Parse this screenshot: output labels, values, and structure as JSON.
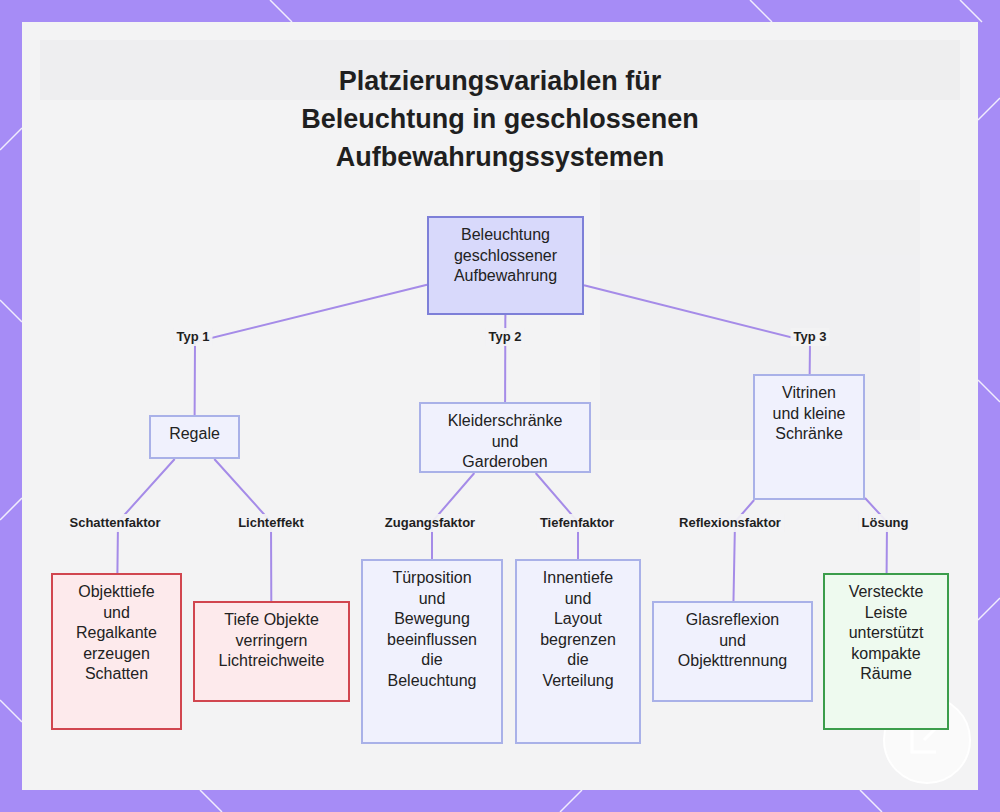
{
  "diagram": {
    "title": "Platzierungsvariablen für Beleuchtung in geschlossenen Aufbewahrungssystemen",
    "nodes": [
      {
        "text": [
          "Beleuchtung geschlossener Aufbewahrung"
        ]
      },
      {
        "text": [
          "Regale"
        ]
      },
      {
        "text": [
          "Kleiderschränke und Garderoben"
        ]
      },
      {
        "text": [
          "Vitrinen und kleine Schränke"
        ]
      },
      {
        "text": [
          "Objekttiefe und Regalkante erzeugen Schatten"
        ]
      },
      {
        "text": [
          "Tiefe Objekte verringern Lichtreichweite"
        ]
      },
      {
        "text": [
          "Türposition und Bewegung beeinflussen die Beleuchtung"
        ]
      },
      {
        "text": [
          "Innentiefe und Layout begrenzen die Verteilung"
        ]
      },
      {
        "text": [
          "Glasreflexion und Objekttrennung"
        ]
      },
      {
        "text": [
          "Versteckte Leiste unterstützt kompakte Räume"
        ]
      }
    ],
    "edges": [
      {
        "from": 0,
        "to": 1,
        "label": "Typ 1",
        "arrow": "none"
      },
      {
        "from": 0,
        "to": 2,
        "label": "Typ 2",
        "arrow": "none"
      },
      {
        "from": 0,
        "to": 3,
        "label": "Typ 3",
        "arrow": "none"
      },
      {
        "from": 1,
        "to": 4,
        "label": "Schattenfaktor",
        "arrow": "none"
      },
      {
        "from": 1,
        "to": 5,
        "label": "Lichteffekt",
        "arrow": "none"
      },
      {
        "from": 2,
        "to": 6,
        "label": "Zugangsfaktor",
        "arrow": "none"
      },
      {
        "from": 2,
        "to": 7,
        "label": "Tiefenfaktor",
        "arrow": "none"
      },
      {
        "from": 3,
        "to": 8,
        "label": "Reflexionsfaktor",
        "arrow": "none"
      },
      {
        "from": 3,
        "to": 9,
        "label": "Lösung",
        "arrow": "none"
      }
    ]
  }
}
